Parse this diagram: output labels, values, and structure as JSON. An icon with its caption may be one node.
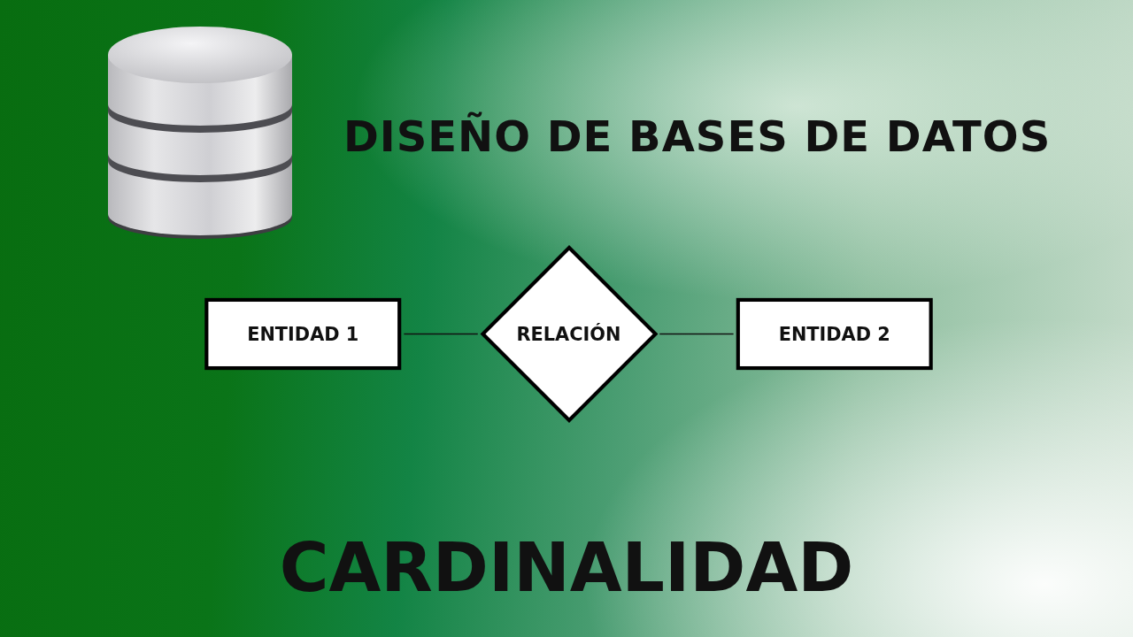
{
  "diagram": {
    "title": "DISEÑO DE BASES DE DATOS",
    "nodes": [
      {
        "text": [
          "ENTIDAD 1"
        ]
      },
      {
        "text": [
          "RELACIÓN"
        ]
      },
      {
        "text": [
          "ENTIDAD 2"
        ]
      }
    ],
    "edges": [
      {
        "from": 0,
        "to": 1,
        "arrow": "none"
      },
      {
        "from": 1,
        "to": 2,
        "arrow": "none"
      }
    ],
    "labels": [
      "CARDINALIDAD"
    ]
  }
}
